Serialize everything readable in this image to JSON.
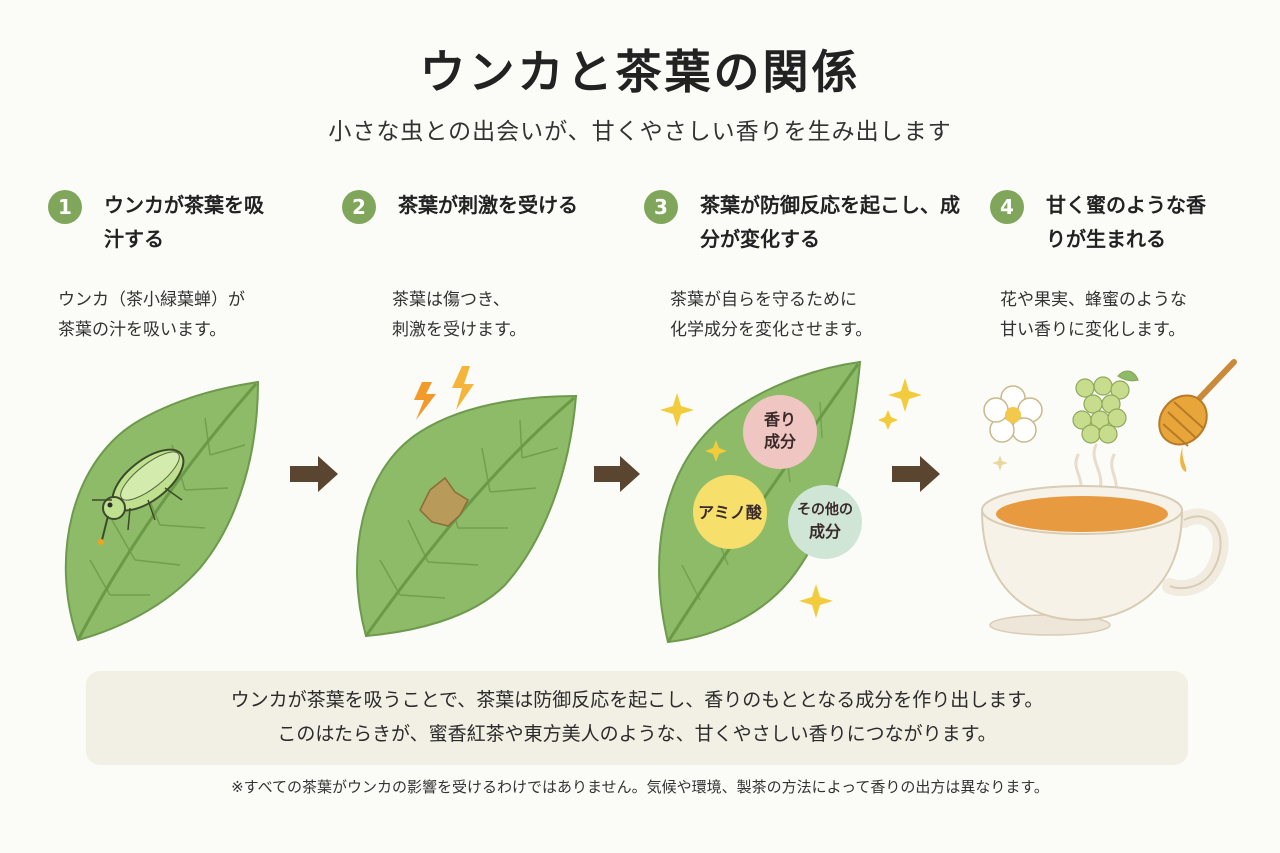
{
  "title": "ウンカと茶葉の関係",
  "subtitle": "小さな虫との出会いが、甘くやさしい香りを生み出します",
  "steps": [
    {
      "number": "1",
      "title": "ウンカが茶葉を吸汁する",
      "desc_line1": "ウンカ（茶小緑葉蝉）が",
      "desc_line2": "茶葉の汁を吸います。"
    },
    {
      "number": "2",
      "title": "茶葉が刺激を受ける",
      "desc_line1": "茶葉は傷つき、",
      "desc_line2": "刺激を受けます。"
    },
    {
      "number": "3",
      "title": "茶葉が防御反応を起こし、成分が変化する",
      "desc_line1": "茶葉が自らを守るために",
      "desc_line2": "化学成分を変化させます。"
    },
    {
      "number": "4",
      "title": "甘く蜜のような香りが生まれる",
      "desc_line1": "花や果実、蜂蜜のような",
      "desc_line2": "甘い香りに変化します。"
    }
  ],
  "bubbles": {
    "aroma_line1": "香り",
    "aroma_line2": "成分",
    "amino": "アミノ酸",
    "other_line1": "その他の",
    "other_line2": "成分"
  },
  "summary": {
    "line1": "ウンカが茶葉を吸うことで、茶葉は防御反応を起こし、香りのもととなる成分を作り出します。",
    "line2": "このはたらきが、蜜香紅茶や東方美人のような、甘くやさしい香りにつながります。"
  },
  "note": "※すべての茶葉がウンカの影響を受けるわけではありません。気候や環境、製茶の方法によって香りの出方は異なります。",
  "colors": {
    "accent_green": "#7fa65a",
    "leaf": "#8dbb68",
    "arrow": "#5a4630",
    "bubble_pink": "#f0c6c2",
    "bubble_yellow": "#f7df6c",
    "bubble_mint": "#cfe6d6"
  }
}
